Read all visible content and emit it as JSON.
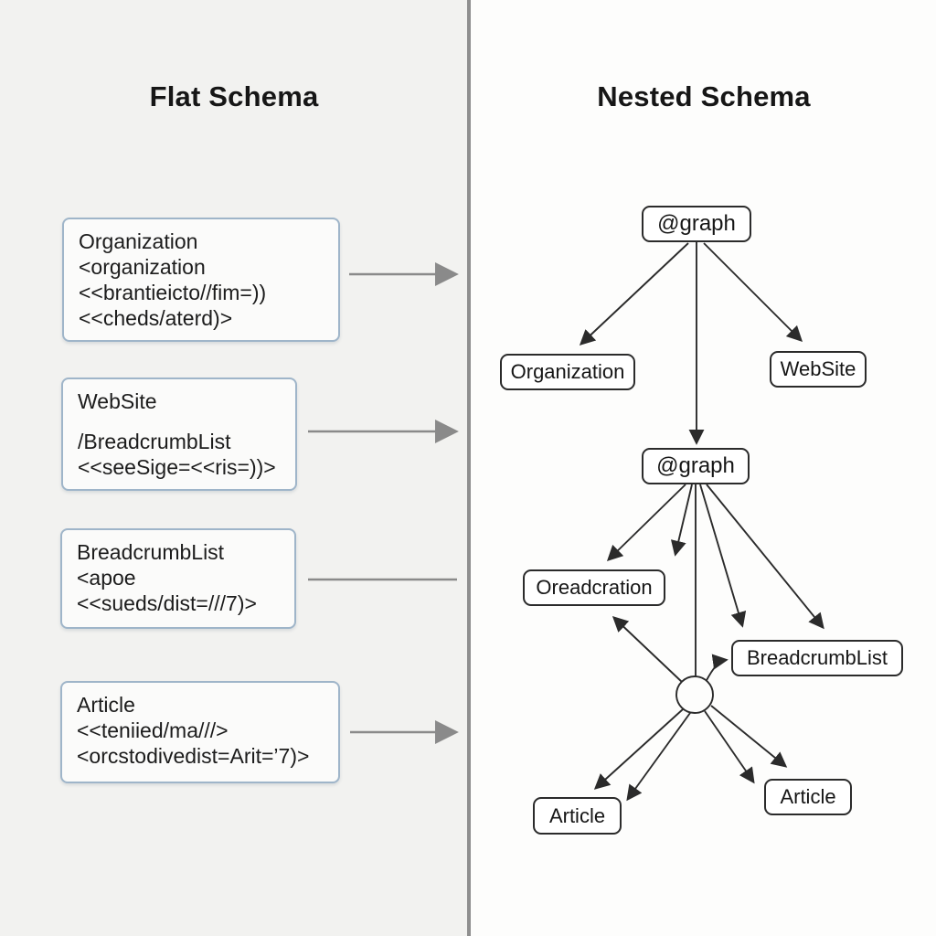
{
  "titles": {
    "left": "Flat Schema",
    "right": "Nested Schema"
  },
  "flat": {
    "boxes": [
      {
        "title": "Organization",
        "lines": [
          "<organization",
          "<<brantieicto//fim=))",
          "<<cheds/aterd)>"
        ]
      },
      {
        "title": "WebSite",
        "lines": [
          "/BreadcrumbList",
          "<<seeSige=<<ris=))>"
        ]
      },
      {
        "title": "BreadcrumbList",
        "lines": [
          "<apoe",
          "<<sueds/dist=///7)>"
        ]
      },
      {
        "title": "Article",
        "lines": [
          "<<teniied/ma///>",
          "<orcstodivedist=Arit=’7)>"
        ]
      }
    ]
  },
  "nested": {
    "root_label": "@graph",
    "organization_label": "Organization",
    "website_label": "WebSite",
    "subgraph_label": "@graph",
    "oreadcration_label": "Oreadcration",
    "breadcrumblist_label": "BreadcrumbList",
    "article_left_label": "Article",
    "article_right_label": "Article"
  },
  "colors": {
    "left_panel_bg": "#f2f2f0",
    "right_panel_bg": "#fdfdfc",
    "divider": "#8f8f8f",
    "flat_box_border": "#9fb5c9",
    "flat_arrow": "#8a8a8a",
    "edge": "#2b2b2b",
    "text": "#1c1c1c"
  }
}
